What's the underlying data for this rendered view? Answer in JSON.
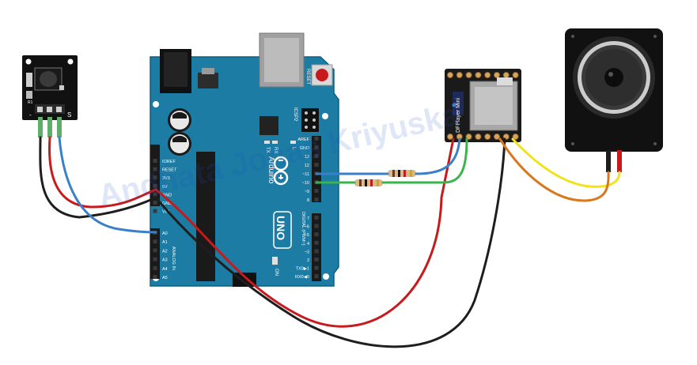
{
  "arduino": {
    "brand": "Arduino",
    "model": "UNO",
    "reset_label": "RESET",
    "icsp_label": "ICSP2",
    "tx_label": "TX",
    "rx_label": "RX",
    "l_label": "L",
    "on_label": "ON",
    "digital_label": "DIGITAL (PWM~)",
    "analog_label": "ANALOG IN",
    "power_pins": [
      "IOREF",
      "RESET",
      "3V3",
      "5V",
      "GND",
      "GND",
      "VIN"
    ],
    "analog_pins": [
      "A0",
      "A1",
      "A2",
      "A3",
      "A4",
      "A5"
    ],
    "digital_top_pins": [
      "AREF",
      "GND",
      "13",
      "12",
      "~11",
      "~10",
      "~9",
      "8"
    ],
    "digital_bottom_pins": [
      "7",
      "~6",
      "~5",
      "4",
      "~3",
      "2",
      "TX0▶1",
      "RX0◀0"
    ]
  },
  "ir_module": {
    "pin_s_label": "S",
    "pin_minus_label": "-",
    "marking": "R1"
  },
  "dfplayer": {
    "label": "DFPlayer Mini"
  },
  "watermark": {
    "text": "Andhata Jonas Kriyuska"
  },
  "colors": {
    "board": "#1c7ca4",
    "wire_red": "#c8191c",
    "wire_black": "#1e1e1e",
    "wire_blue": "#3a7fc8",
    "wire_green": "#39b54a",
    "wire_yellow": "#f2e21c",
    "wire_orange": "#d97820"
  }
}
